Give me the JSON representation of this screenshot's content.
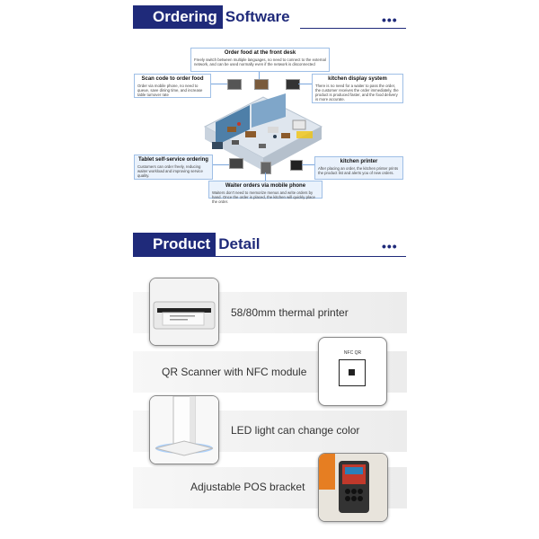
{
  "ordering_header": {
    "dark": "Ordering",
    "light": "Software",
    "dots": "•••"
  },
  "diagram": {
    "front_desk": {
      "title": "Order food at the front desk",
      "desc": "Freely switch between multiple languages, no need to connect to the external network, and can be used normally even if the network is disconnected"
    },
    "scan_code": {
      "title": "Scan code to order food",
      "desc": "Order via mobile phone, no need to queue, save dining time, and increase table turnover rate"
    },
    "kitchen_display": {
      "title": "kitchen display system",
      "desc": "There is no need for a waiter to pass the order, the customer receives the order immediately, the product is produced faster, and the food delivery is more accurate."
    },
    "tablet": {
      "title": "Tablet self-service ordering",
      "desc": "Customers can order freely, reducing waiter workload and improving service quality."
    },
    "kitchen_printer": {
      "title": "kitchen printer",
      "desc": "After placing an order, the kitchen printer prints the product list and alerts you of new orders."
    },
    "waiter": {
      "title": "Waiter orders via mobile phone",
      "desc": "Waiters don't need to memorize menus and write orders by hand. Once the order is placed, the kitchen will quickly place the order."
    }
  },
  "product_header": {
    "dark": "Product",
    "light": "Detail",
    "dots": "•••"
  },
  "features": {
    "printer": "58/80mm thermal printer",
    "scanner": "QR Scanner with NFC module",
    "led": "LED light can change color",
    "bracket": "Adjustable POS bracket"
  },
  "scanner_card": {
    "label": "NFC  QR"
  },
  "colors": {
    "navy": "#1f2a7a",
    "box_border": "#9fbfe6",
    "box_fill": "#eaf2fc"
  }
}
